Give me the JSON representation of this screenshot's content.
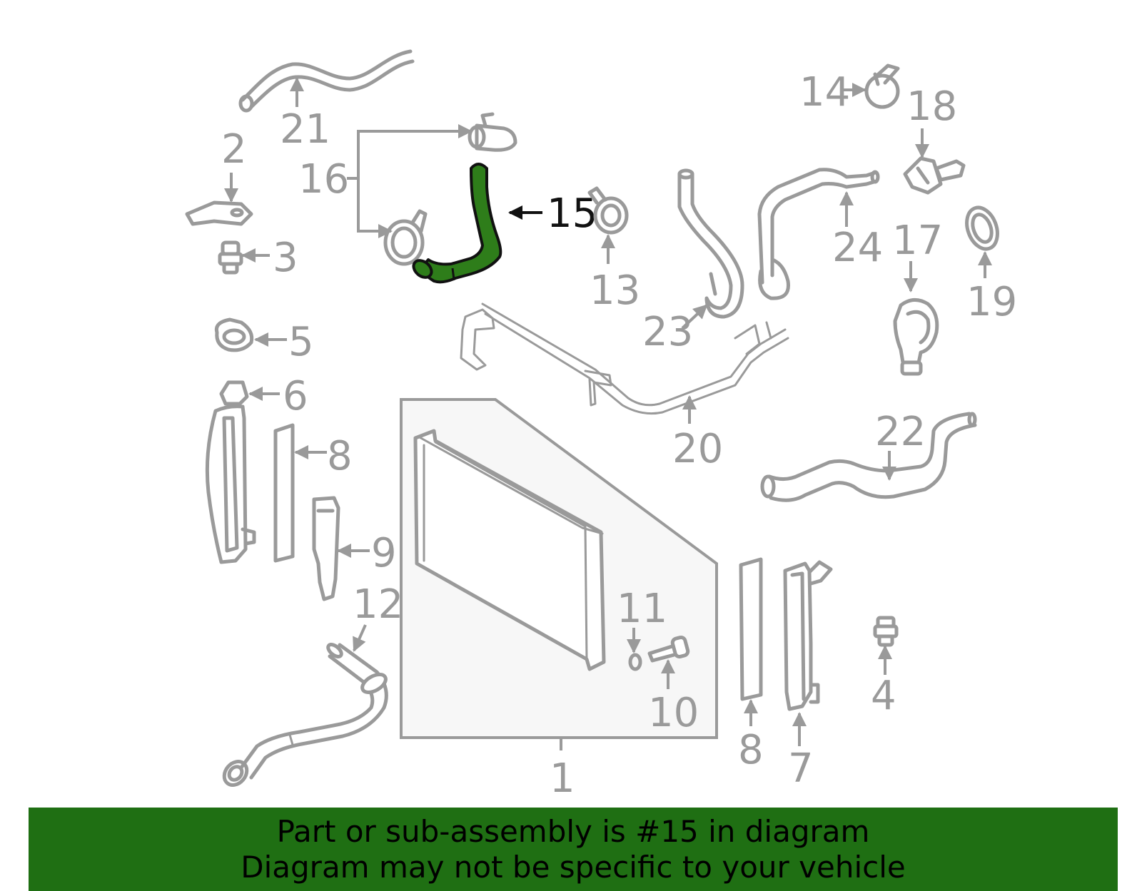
{
  "colors": {
    "part_stroke": "#9a9a9a",
    "highlight_fill": "#2e7d1a",
    "highlight_stroke": "#111111",
    "banner_bg": "#1f6f13",
    "panel_fill": "#f7f7f7"
  },
  "callouts": {
    "c1": "1",
    "c2": "2",
    "c3": "3",
    "c4": "4",
    "c5": "5",
    "c6": "6",
    "c7": "7",
    "c8a": "8",
    "c8b": "8",
    "c9": "9",
    "c10": "10",
    "c11": "11",
    "c12": "12",
    "c13": "13",
    "c14": "14",
    "c15": "15",
    "c16": "16",
    "c17": "17",
    "c18": "18",
    "c19": "19",
    "c20": "20",
    "c21": "21",
    "c22": "22",
    "c23": "23",
    "c24": "24"
  },
  "highlighted_part": "15",
  "footer": {
    "line1": "Part or sub-assembly is #15 in diagram",
    "line2": "Diagram may not be specific to your vehicle"
  }
}
